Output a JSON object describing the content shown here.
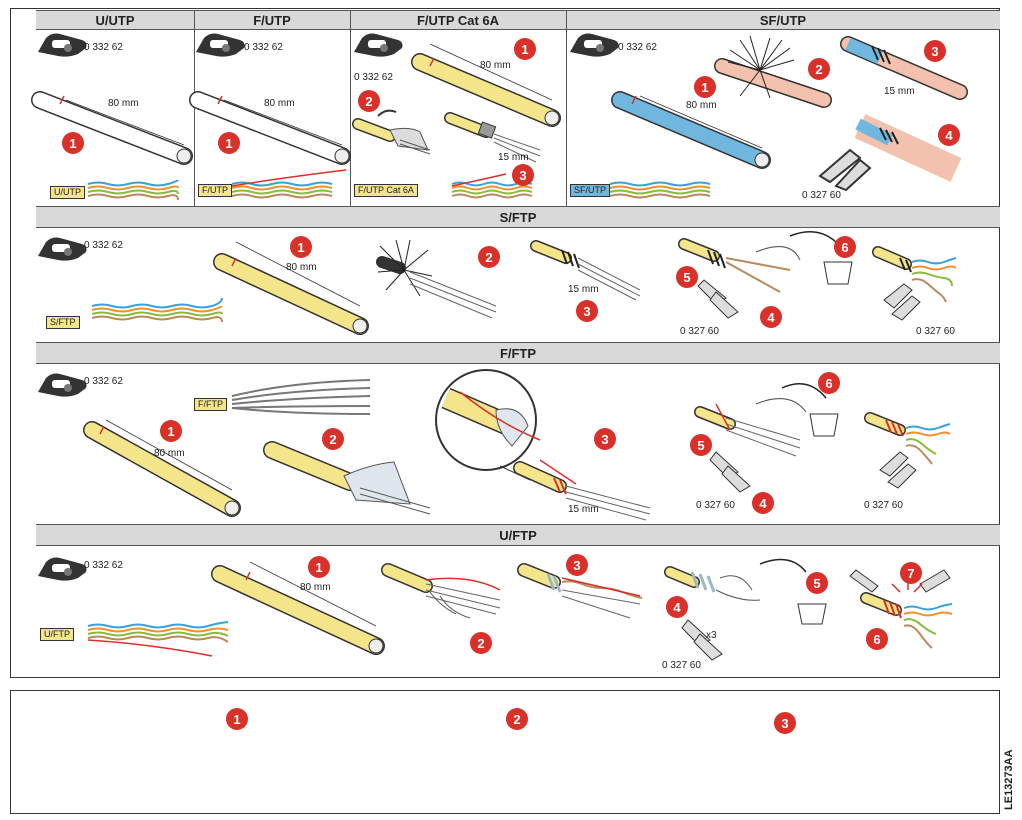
{
  "sections": {
    "u_utp": "U/UTP",
    "f_utp": "F/UTP",
    "f_utp_cat6a": "F/UTP Cat 6A",
    "sf_utp": "SF/UTP",
    "s_ftp": "S/FTP",
    "f_ftp": "F/FTP",
    "u_ftp": "U/FTP"
  },
  "refs": {
    "stripper": "0 332 62",
    "cutter": "0 327 60"
  },
  "measures": {
    "m80": "80 mm",
    "m15": "15 mm"
  },
  "labels": {
    "u_utp": "U/UTP",
    "f_utp": "F/UTP",
    "f_utp_cat6a": "F/UTP Cat 6A",
    "sf_utp": "SF/UTP",
    "s_ftp": "S/FTP",
    "f_ftp": "F/FTP",
    "u_ftp": "U/FTP"
  },
  "steps": [
    "1",
    "2",
    "3",
    "4",
    "5",
    "6",
    "7"
  ],
  "multiplier": "x3",
  "doc_code": "LE13273AA",
  "colors": {
    "marker": "#d9302a",
    "cable_yellow": "#f4e58a",
    "cable_blue": "#6fb7df",
    "cable_gray": "#d8d8d8",
    "header": "#d9d9d9"
  }
}
